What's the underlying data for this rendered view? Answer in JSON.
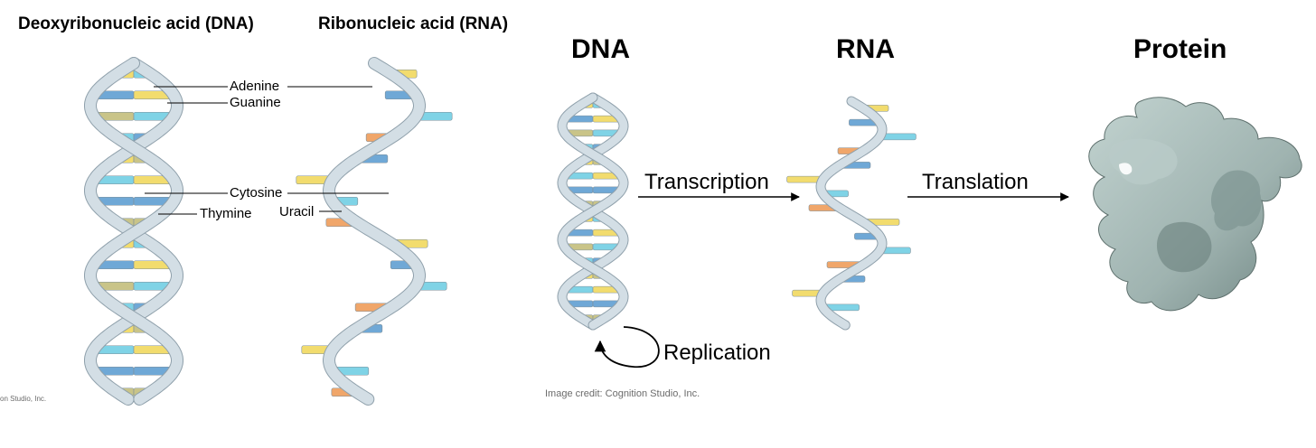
{
  "left_panel": {
    "dna_title": "Deoxyribonucleic acid (DNA)",
    "rna_title": "Ribonucleic acid (RNA)",
    "labels": {
      "adenine": "Adenine",
      "guanine": "Guanine",
      "cytosine": "Cytosine",
      "thymine": "Thymine",
      "uracil": "Uracil"
    },
    "credit_fragment": "on Studio, Inc."
  },
  "right_panel": {
    "dna_title": "DNA",
    "rna_title": "RNA",
    "protein_title": "Protein",
    "transcription": "Transcription",
    "translation": "Translation",
    "replication": "Replication",
    "credit": "Image credit: Cognition Studio, Inc."
  },
  "colors": {
    "backbone": "#d3dee5",
    "backbone_edge": "#8fa0ab",
    "adenine": "#f2dc6e",
    "guanine": "#6fa8d6",
    "cytosine": "#7fd3e6",
    "thymine": "#c9c488",
    "uracil": "#f0a66a",
    "protein": "#9fb3b0"
  }
}
